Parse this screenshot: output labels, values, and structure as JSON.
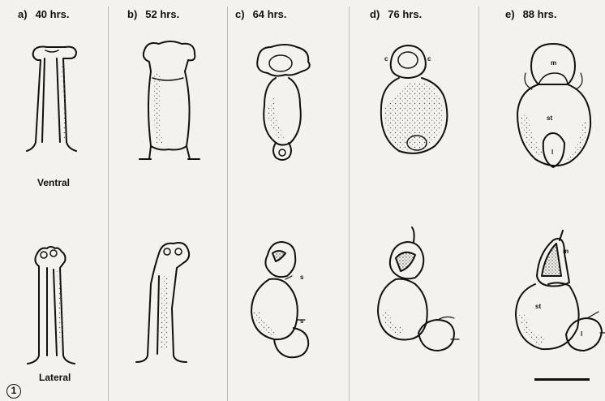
{
  "panels": [
    {
      "letter": "a)",
      "time": "40 hrs."
    },
    {
      "letter": "b)",
      "time": "52 hrs."
    },
    {
      "letter": "c)",
      "time": "64 hrs."
    },
    {
      "letter": "d)",
      "time": "76 hrs."
    },
    {
      "letter": "e)",
      "time": "88 hrs."
    }
  ],
  "views": {
    "top": "Ventral",
    "bottom": "Lateral"
  },
  "structure_labels": {
    "c": "c",
    "m": "m",
    "st": "st",
    "l": "l",
    "s": "s"
  },
  "figure_number": "1"
}
